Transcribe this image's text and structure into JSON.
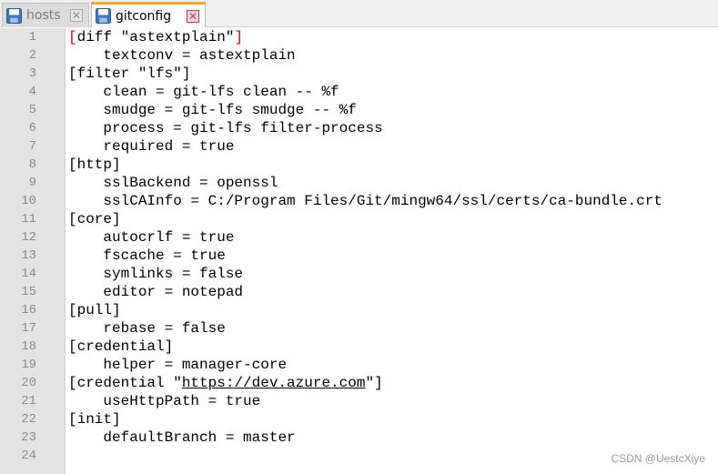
{
  "tabs": [
    {
      "label": "hosts",
      "icon": "floppy-disk-icon",
      "active": false
    },
    {
      "label": "gitconfig",
      "icon": "floppy-disk-icon",
      "active": true
    }
  ],
  "colors": {
    "active_tab_accent": "#f5a623",
    "close_active": "#c0394b",
    "bracket_highlight": "#d10000"
  },
  "line_numbers": [
    "1",
    "2",
    "3",
    "4",
    "5",
    "6",
    "7",
    "8",
    "9",
    "10",
    "11",
    "12",
    "13",
    "14",
    "15",
    "16",
    "17",
    "18",
    "19",
    "20",
    "21",
    "22",
    "23",
    "24"
  ],
  "lines": [
    {
      "open": "[",
      "body": "diff \"astextplain\"",
      "close": "]"
    },
    {
      "text": "    textconv = astextplain"
    },
    {
      "text": "[filter \"lfs\"]"
    },
    {
      "text": "    clean = git-lfs clean -- %f"
    },
    {
      "text": "    smudge = git-lfs smudge -- %f"
    },
    {
      "text": "    process = git-lfs filter-process"
    },
    {
      "text": "    required = true"
    },
    {
      "text": "[http]"
    },
    {
      "text": "    sslBackend = openssl"
    },
    {
      "text": "    sslCAInfo = C:/Program Files/Git/mingw64/ssl/certs/ca-bundle.crt"
    },
    {
      "text": "[core]"
    },
    {
      "text": "    autocrlf = true"
    },
    {
      "text": "    fscache = true"
    },
    {
      "text": "    symlinks = false"
    },
    {
      "text": "    editor = notepad"
    },
    {
      "text": "[pull]"
    },
    {
      "text": "    rebase = false"
    },
    {
      "text": "[credential]"
    },
    {
      "text": "    helper = manager-core"
    },
    {
      "pre": "[credential \"",
      "url": "https://dev.azure.com",
      "post": "\"]"
    },
    {
      "text": "    useHttpPath = true"
    },
    {
      "text": "[init]"
    },
    {
      "text": "    defaultBranch = master"
    },
    {
      "text": ""
    }
  ],
  "watermark": "CSDN @UestcXiye"
}
